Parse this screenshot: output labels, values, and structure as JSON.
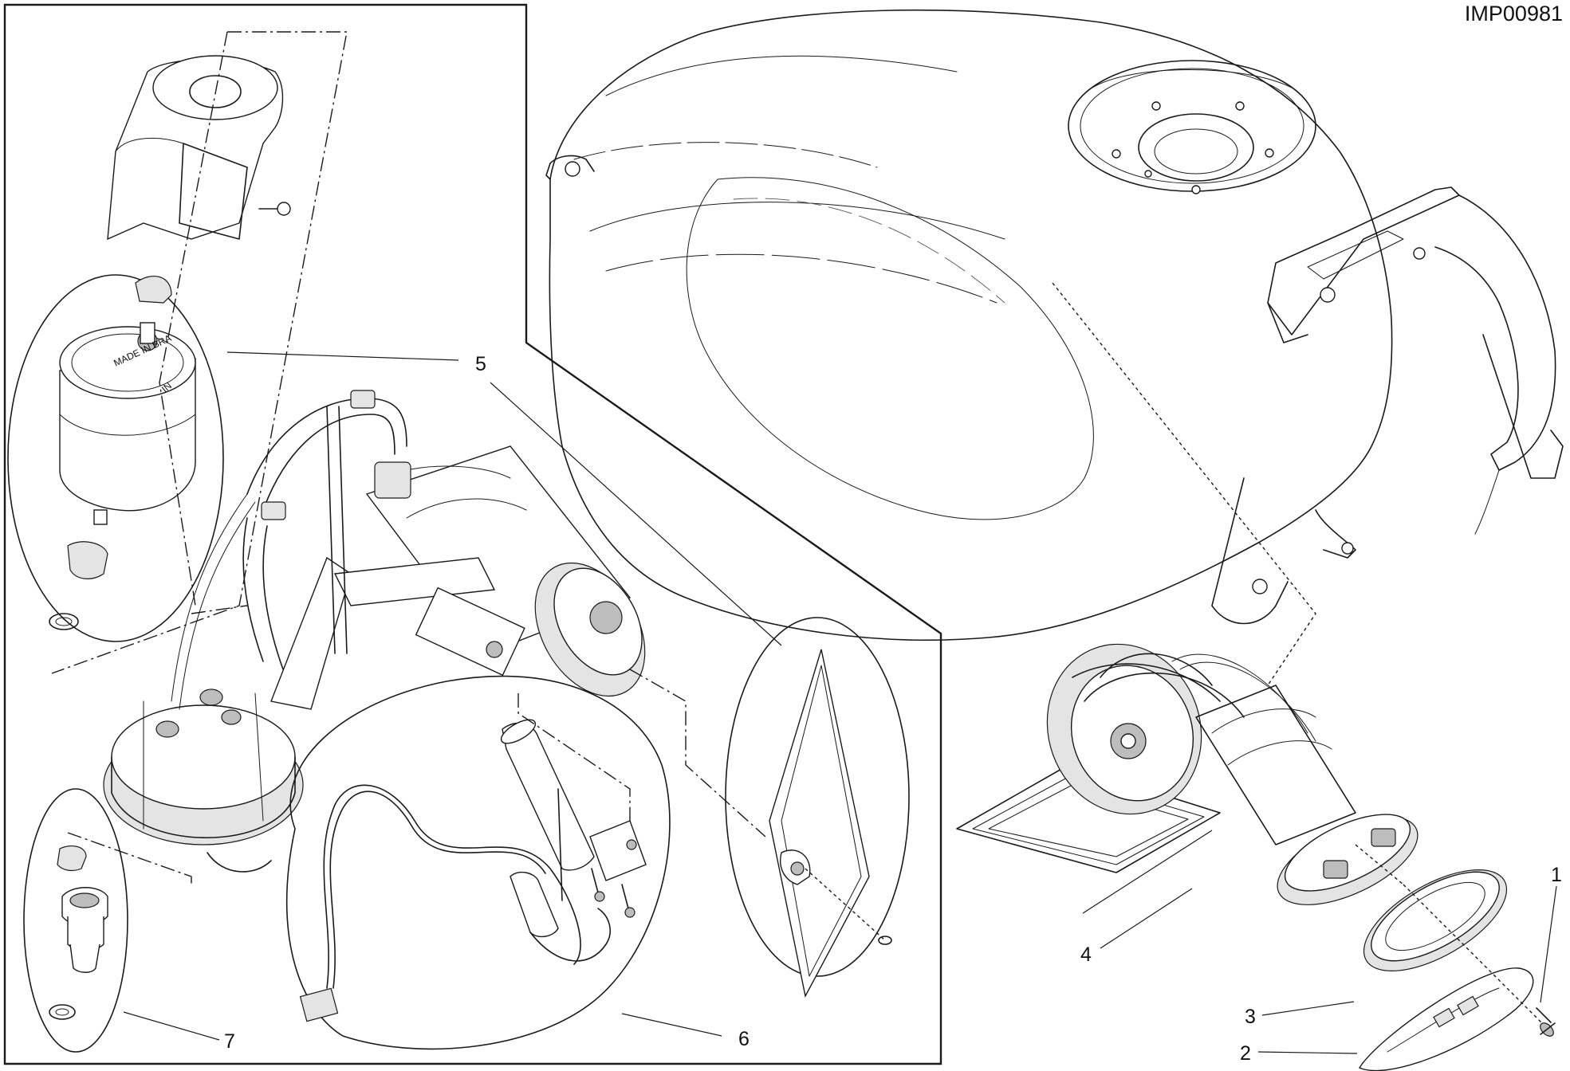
{
  "drawing": {
    "reference_code": "IMP00981"
  },
  "callouts": [
    {
      "number": "1"
    },
    {
      "number": "2"
    },
    {
      "number": "3"
    },
    {
      "number": "4"
    },
    {
      "number": "5"
    },
    {
      "number": "6"
    },
    {
      "number": "7"
    }
  ],
  "component_markings": {
    "filter_top_text": "MADE IN BRA",
    "filter_side_text": "IN"
  }
}
